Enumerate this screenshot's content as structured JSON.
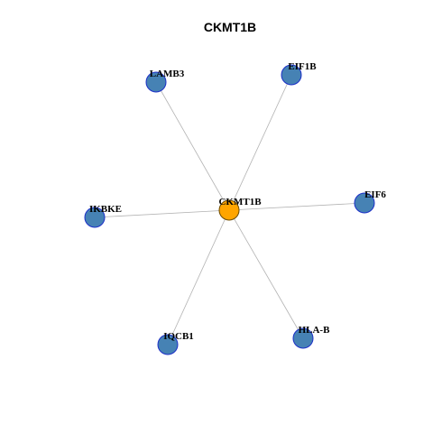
{
  "title": "CKMT1B",
  "colors": {
    "hub_fill": "#FFA500",
    "hub_stroke": "#6b4a00",
    "leaf_fill": "#4682B4",
    "leaf_stroke": "#1c2fc8",
    "edge": "#b3b3b3"
  },
  "network": {
    "hub": "CKMT1B",
    "nodes": [
      {
        "id": "CKMT1B",
        "label": "CKMT1B",
        "role": "hub"
      },
      {
        "id": "LAMB3",
        "label": "LAMB3",
        "role": "neighbor"
      },
      {
        "id": "EIF1B",
        "label": "EIF1B",
        "role": "neighbor"
      },
      {
        "id": "IKBKE",
        "label": "IKBKE",
        "role": "neighbor"
      },
      {
        "id": "EIF6",
        "label": "EIF6",
        "role": "neighbor"
      },
      {
        "id": "IQCB1",
        "label": "IQCB1",
        "role": "neighbor"
      },
      {
        "id": "HLA-B",
        "label": "HLA-B",
        "role": "neighbor"
      }
    ],
    "edges": [
      {
        "source": "CKMT1B",
        "target": "LAMB3"
      },
      {
        "source": "CKMT1B",
        "target": "EIF1B"
      },
      {
        "source": "CKMT1B",
        "target": "IKBKE"
      },
      {
        "source": "CKMT1B",
        "target": "EIF6"
      },
      {
        "source": "CKMT1B",
        "target": "IQCB1"
      },
      {
        "source": "CKMT1B",
        "target": "HLA-B"
      }
    ]
  }
}
